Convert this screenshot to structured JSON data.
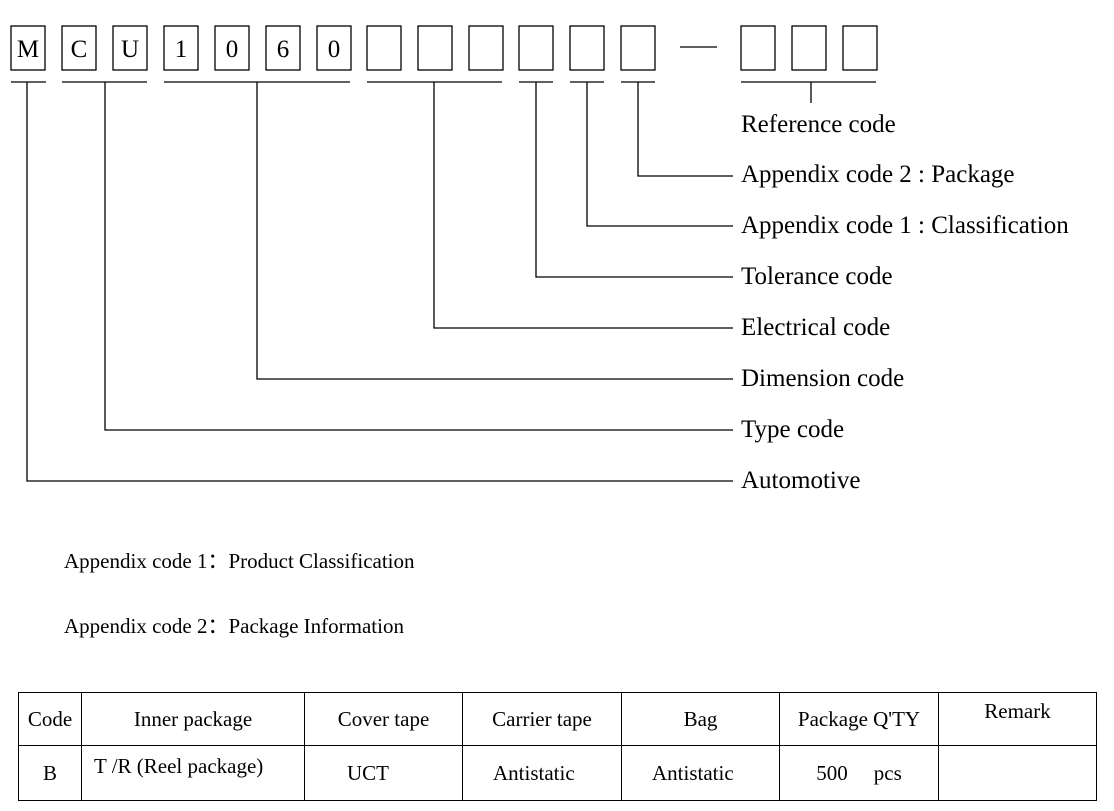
{
  "code_chars": [
    "M",
    "C",
    "U",
    "1",
    "0",
    "6",
    "0",
    "",
    "",
    "",
    "",
    "",
    "",
    "",
    ""
  ],
  "labels": {
    "reference": "Reference code",
    "appendix2": "Appendix code 2 : Package",
    "appendix1": "Appendix code 1 : Classification",
    "tolerance": "Tolerance code",
    "electrical": "Electrical code",
    "dimension": "Dimension code",
    "type": "Type code",
    "automotive": "Automotive"
  },
  "notes": {
    "appendix1": "Appendix code 1：Product Classification",
    "appendix2": "Appendix code 2：Package Information"
  },
  "table": {
    "headers": {
      "code": "Code",
      "inner": "Inner package",
      "cover": "Cover tape",
      "carrier": "Carrier tape",
      "bag": "Bag",
      "qty": "Package Q'TY",
      "remark": "Remark"
    },
    "row": {
      "code": "B",
      "inner": "T /R (Reel package)",
      "cover": "UCT",
      "carrier": "Antistatic",
      "bag": "Antistatic",
      "qty": "500",
      "qty_unit": "pcs",
      "remark": ""
    }
  }
}
